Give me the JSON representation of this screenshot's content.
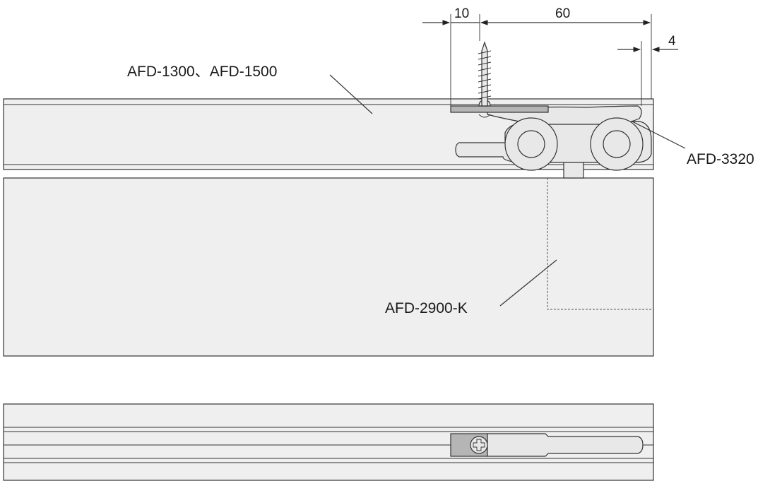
{
  "labels": {
    "rail": "AFD-1300、AFD-1500",
    "roller": "AFD-3320",
    "door": "AFD-2900-K"
  },
  "dimensions": {
    "screw_offset": "10",
    "span": "60",
    "end_gap": "4"
  },
  "colors": {
    "panel_fill": "#efefef",
    "stroke": "#333333",
    "dark_part": "#b5b5b5"
  }
}
